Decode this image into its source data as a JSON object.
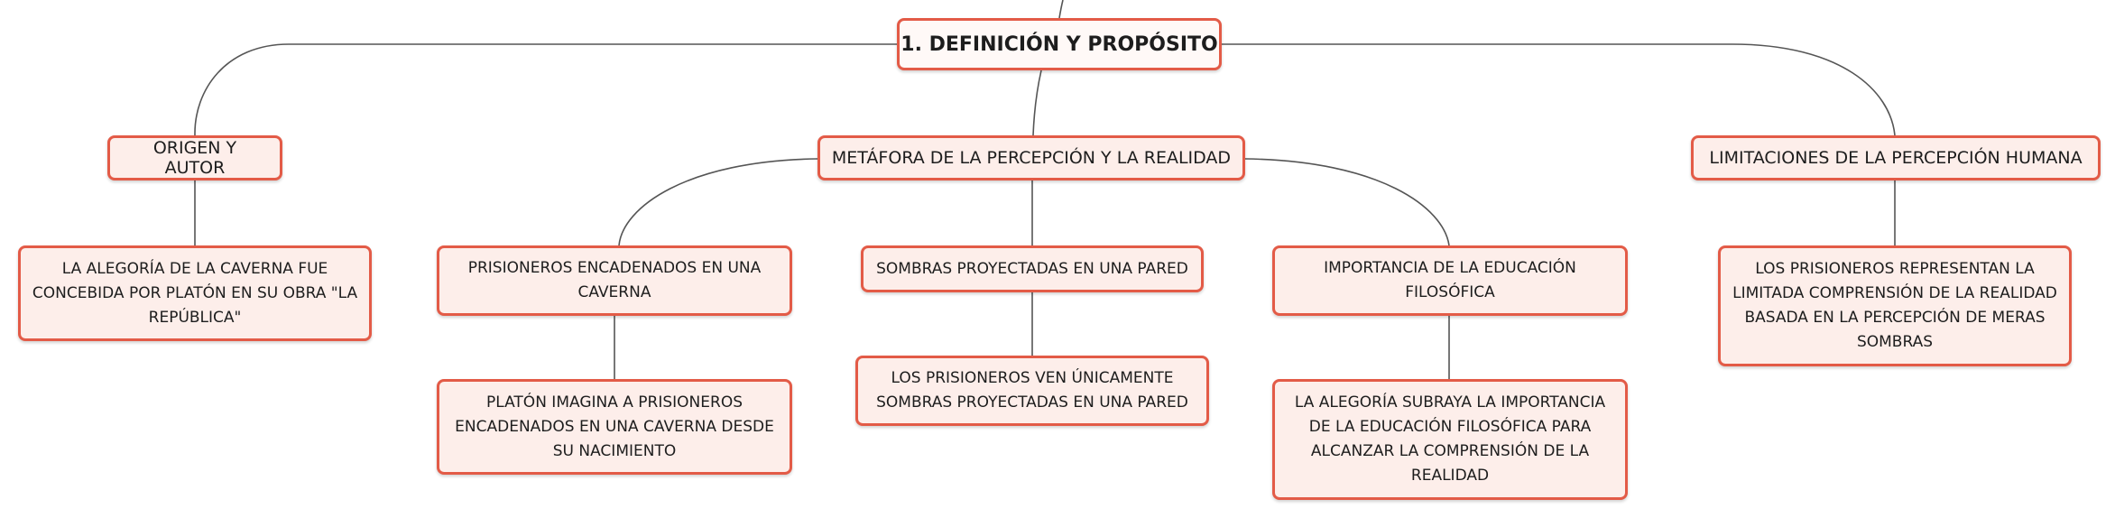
{
  "diagram": {
    "main_title": "1. DEFINICIÓN Y PROPÓSITO",
    "branches": [
      {
        "label": "ORIGEN Y AUTOR",
        "children": [
          {
            "label": "LA ALEGORÍA DE LA CAVERNA FUE CONCEBIDA POR PLATÓN EN SU OBRA \"LA REPÚBLICA\""
          }
        ]
      },
      {
        "label": "METÁFORA DE LA PERCEPCIÓN Y LA REALIDAD",
        "children": [
          {
            "label": "PRISIONEROS ENCADENADOS EN UNA CAVERNA",
            "children": [
              {
                "label": "PLATÓN IMAGINA A PRISIONEROS ENCADENADOS EN UNA CAVERNA DESDE SU NACIMIENTO"
              }
            ]
          },
          {
            "label": "SOMBRAS PROYECTADAS EN UNA PARED",
            "children": [
              {
                "label": "LOS PRISIONEROS VEN ÚNICAMENTE SOMBRAS PROYECTADAS EN UNA PARED"
              }
            ]
          },
          {
            "label": "IMPORTANCIA DE LA EDUCACIÓN FILOSÓFICA",
            "children": [
              {
                "label": "LA ALEGORÍA SUBRAYA LA IMPORTANCIA DE LA EDUCACIÓN FILOSÓFICA PARA ALCANZAR LA COMPRENSIÓN DE LA REALIDAD"
              }
            ]
          }
        ]
      },
      {
        "label": "LIMITACIONES DE LA PERCEPCIÓN HUMANA",
        "children": [
          {
            "label": "LOS PRISIONEROS REPRESENTAN LA LIMITADA COMPRENSIÓN DE LA REALIDAD BASADA EN LA PERCEPCIÓN DE MERAS SOMBRAS"
          }
        ]
      }
    ]
  },
  "colors": {
    "node_border": "#e35b47",
    "node_fill": "#fdeeea",
    "connector": "#555555"
  }
}
